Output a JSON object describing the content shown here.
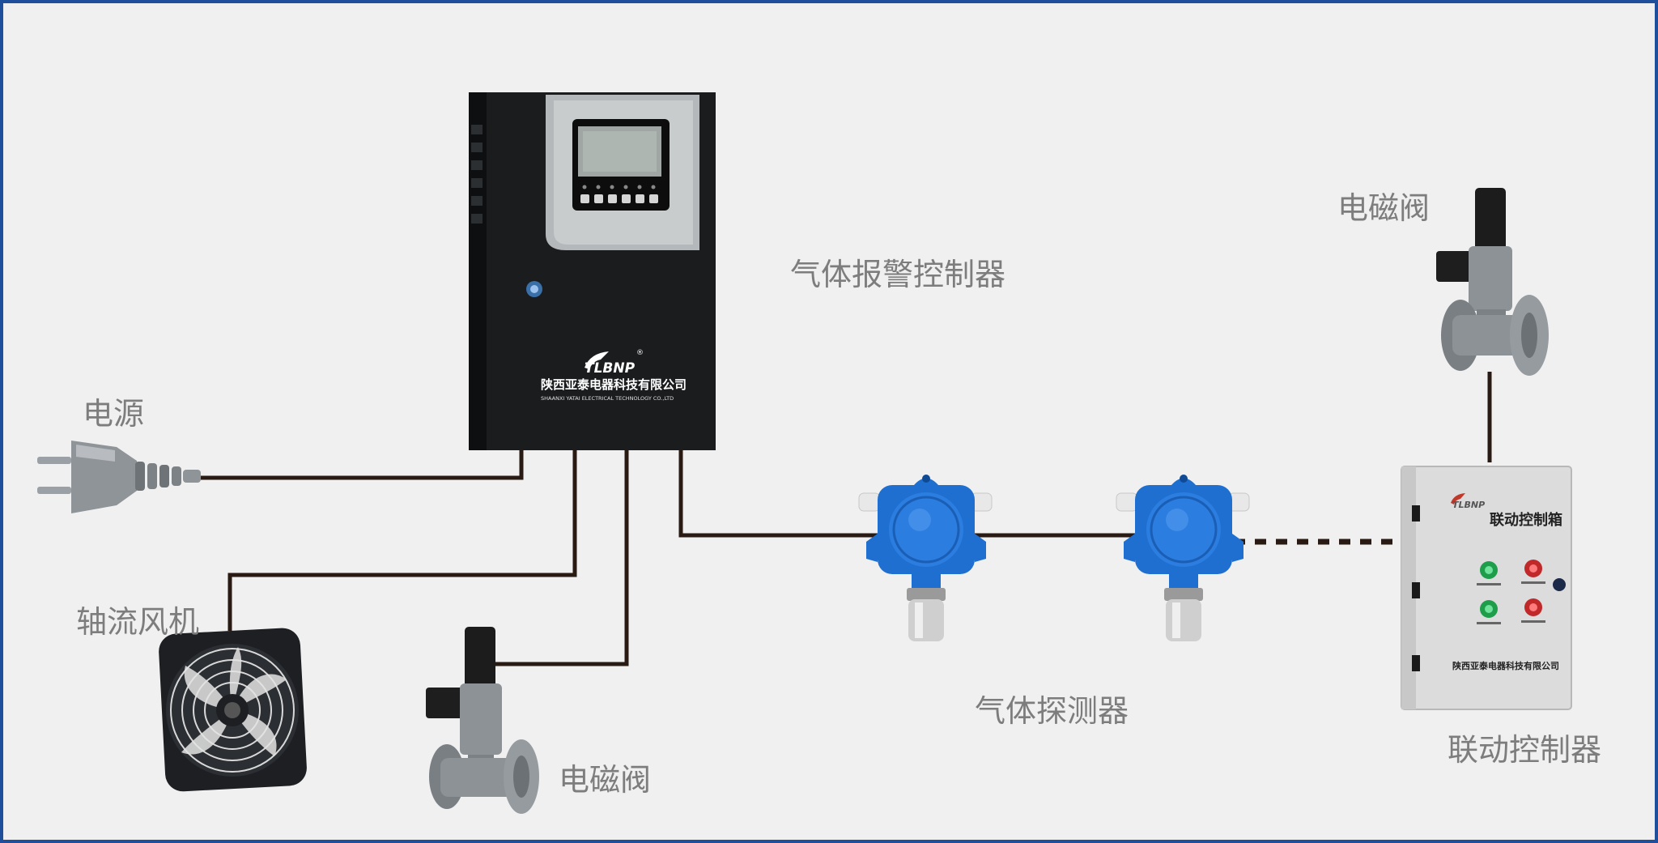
{
  "labels": {
    "controller": "气体报警控制器",
    "power": "电源",
    "fan": "轴流风机",
    "valve_left": "电磁阀",
    "detector": "气体探测器",
    "valve_right": "电磁阀",
    "linkage_controller": "联动控制器"
  },
  "controller_panel": {
    "brand": "TLBNP",
    "company_cn": "陕西亚泰电器科技有限公司",
    "company_en": "SHAANXI YATAI ELECTRICAL TECHNOLOGY CO.,LTD"
  },
  "linkage_box": {
    "brand": "TLBNP",
    "title": "联动控制箱",
    "company_cn": "陕西亚泰电器科技有限公司"
  },
  "colors": {
    "frame": "#1f4f9a",
    "background": "#f0f0f0",
    "label_text": "#7d7d7d",
    "wire": "#2a1a14",
    "detector_blue": "#1f6fd0"
  },
  "icons": [
    "power-plug-icon",
    "axial-fan-icon",
    "solenoid-valve-icon",
    "gas-detector-icon",
    "alarm-controller-icon",
    "linkage-control-box-icon"
  ]
}
